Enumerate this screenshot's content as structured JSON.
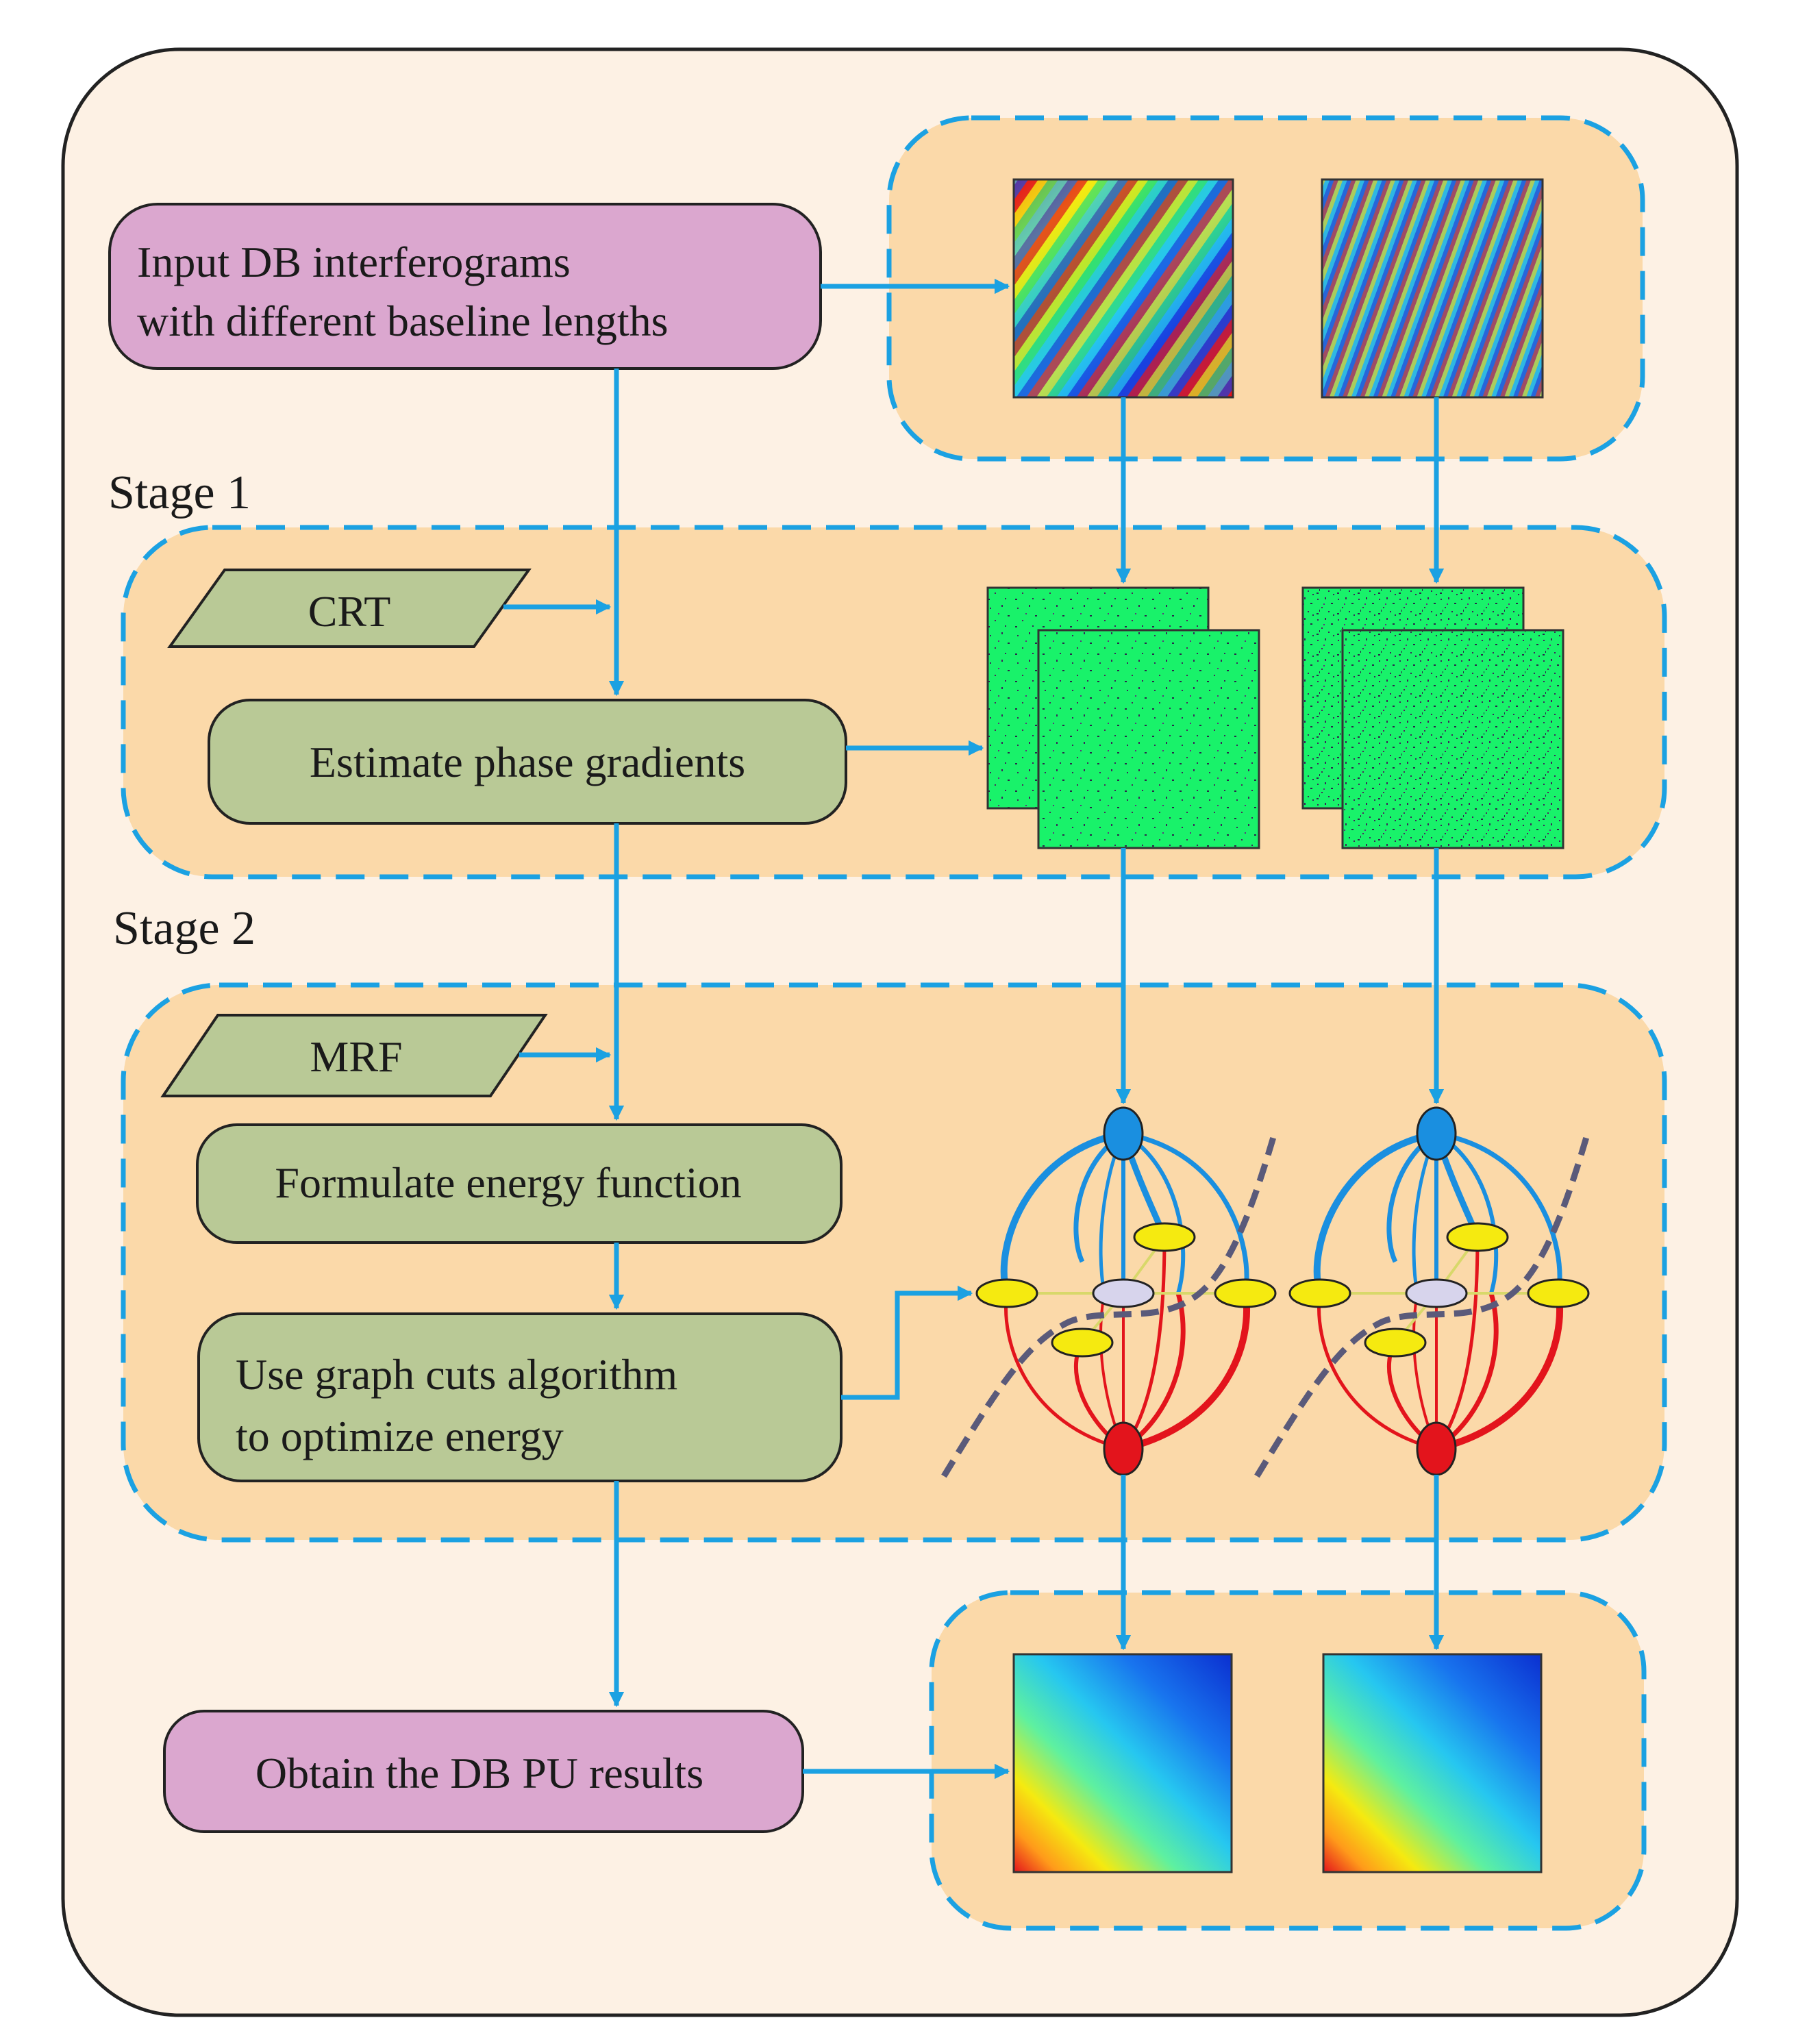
{
  "nodes": {
    "input": [
      "Input DB  interferograms",
      "with different baseline lengths"
    ],
    "crt": "CRT",
    "estimate": "Estimate phase gradients",
    "mrf": "MRF",
    "formulate": "Formulate energy function",
    "graphcuts": [
      "Use graph cuts algorithm",
      "to optimize energy"
    ],
    "obtain": "Obtain the  DB PU results"
  },
  "stages": {
    "stage1": "Stage 1",
    "stage2": "Stage 2"
  },
  "colors": {
    "outer_fill": "#fdf1e4",
    "panel_fill": "#fbd9a9",
    "panel_dash": "#1ba1e2",
    "arrow": "#1ba1e2",
    "purple_box": "#dba7cf",
    "green_box": "#b9c996",
    "gradient_green": "#19f26a",
    "source_node": "#1a8fe0",
    "sink_node": "#e3141c",
    "label_node": "#f5ea10",
    "center_node": "#d7d4ec",
    "source_edge": "#1a8fe0",
    "sink_edge": "#e3141c",
    "cut_line": "#5a5a7a"
  },
  "icons": {
    "interferogram": "wrapped-phase-image",
    "gradient": "phase-gradient-map",
    "graph": "graph-cut-network",
    "result": "unwrapped-phase-image"
  }
}
